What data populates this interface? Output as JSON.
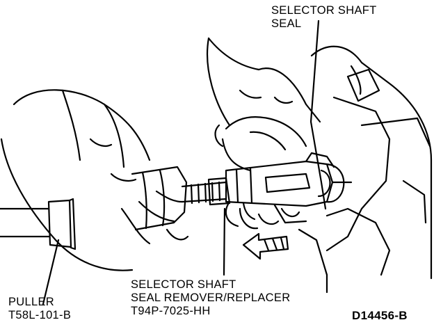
{
  "labels": {
    "selector_shaft_seal": [
      "SELECTOR SHAFT",
      "SEAL"
    ],
    "puller": [
      "PULLER",
      "T58L-101-B"
    ],
    "remover_replacer": [
      "SELECTOR SHAFT",
      "SEAL REMOVER/REPLACER",
      "T94P-7025-HH"
    ],
    "figure_id": "D14456-B"
  }
}
